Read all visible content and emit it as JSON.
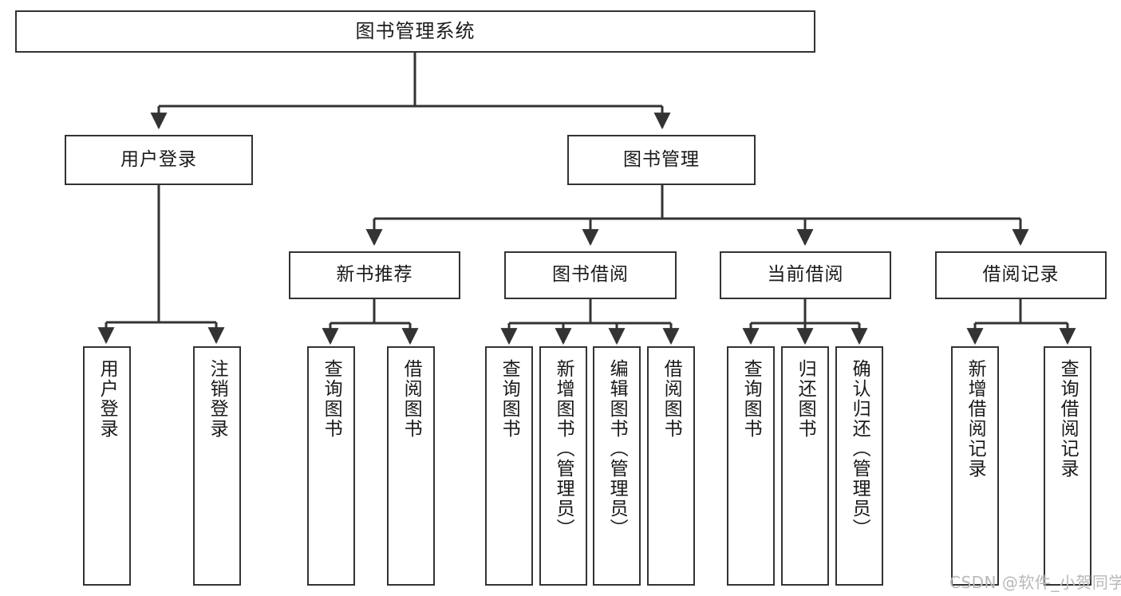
{
  "diagram": {
    "type": "tree-hierarchy",
    "title": "图书管理系统",
    "root": {
      "id": "root",
      "label": "图书管理系统",
      "orientation": "horizontal"
    },
    "level2": [
      {
        "id": "user-login",
        "label": "用户登录",
        "orientation": "horizontal"
      },
      {
        "id": "book-manage",
        "label": "图书管理",
        "orientation": "horizontal"
      }
    ],
    "level3": [
      {
        "id": "new-book-rec",
        "label": "新书推荐",
        "orientation": "horizontal",
        "parent": "book-manage"
      },
      {
        "id": "book-borrow",
        "label": "图书借阅",
        "orientation": "horizontal",
        "parent": "book-manage"
      },
      {
        "id": "current-borrow",
        "label": "当前借阅",
        "orientation": "horizontal",
        "parent": "book-manage"
      },
      {
        "id": "borrow-record",
        "label": "借阅记录",
        "orientation": "horizontal",
        "parent": "book-manage"
      }
    ],
    "leaves": [
      {
        "id": "leaf-user-login",
        "label": "用户登录",
        "parent": "user-login"
      },
      {
        "id": "leaf-user-logout",
        "label": "注销登录",
        "parent": "user-login"
      },
      {
        "id": "leaf-query-book-1",
        "label": "查询图书",
        "parent": "new-book-rec"
      },
      {
        "id": "leaf-borrow-book-1",
        "label": "借阅图书",
        "parent": "new-book-rec"
      },
      {
        "id": "leaf-query-book-2",
        "label": "查询图书",
        "parent": "book-borrow"
      },
      {
        "id": "leaf-add-book",
        "label": "新增图书（管理员）",
        "parent": "book-borrow"
      },
      {
        "id": "leaf-edit-book",
        "label": "编辑图书（管理员）",
        "parent": "book-borrow"
      },
      {
        "id": "leaf-borrow-book-2",
        "label": "借阅图书",
        "parent": "book-borrow"
      },
      {
        "id": "leaf-query-book-3",
        "label": "查询图书",
        "parent": "current-borrow"
      },
      {
        "id": "leaf-return-book",
        "label": "归还图书",
        "parent": "current-borrow"
      },
      {
        "id": "leaf-confirm-return",
        "label": "确认归还（管理员）",
        "parent": "current-borrow"
      },
      {
        "id": "leaf-add-record",
        "label": "新增借阅记录",
        "parent": "borrow-record"
      },
      {
        "id": "leaf-query-record",
        "label": "查询借阅记录",
        "parent": "borrow-record"
      }
    ],
    "colors": {
      "border": "#333333",
      "background": "#ffffff",
      "text": "#1a1a1a",
      "connector": "#333333",
      "watermark": "#b8b8b8"
    }
  },
  "watermark": {
    "text": "CSDN @软件_小贺同学"
  }
}
